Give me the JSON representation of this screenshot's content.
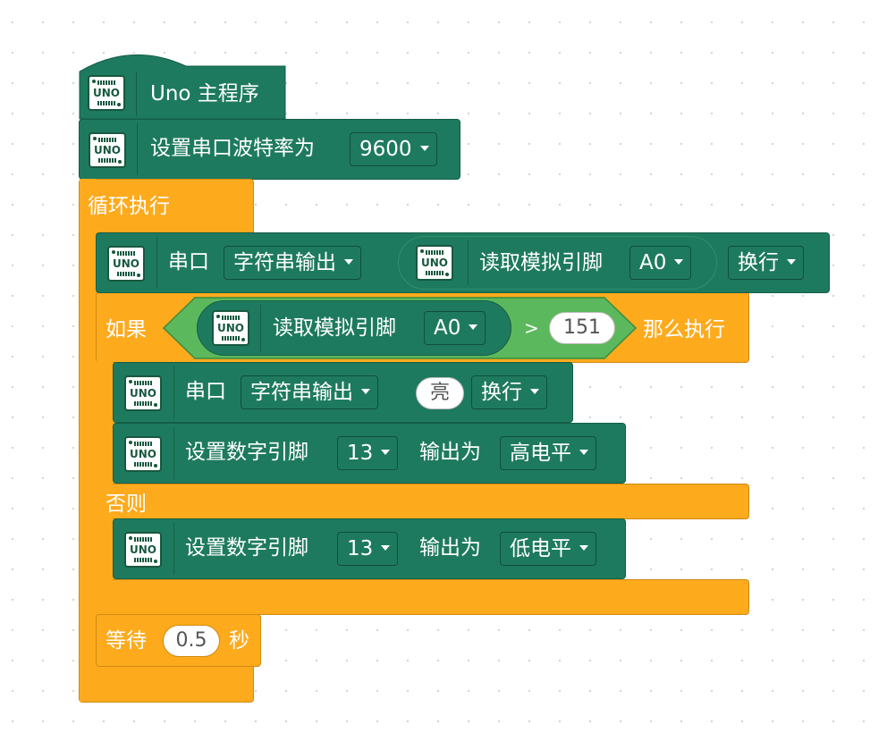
{
  "hat": {
    "title": "Uno 主程序"
  },
  "icon_label": "UNO",
  "serial_setup": {
    "label": "设置串口波特率为",
    "baud": "9600"
  },
  "loop": {
    "label": "循环执行"
  },
  "print1": {
    "label": "串口",
    "mode": "字符串输出",
    "read_label": "读取模拟引脚",
    "pin": "A0",
    "newline": "换行"
  },
  "if_block": {
    "if_label": "如果",
    "read_label": "读取模拟引脚",
    "pin": "A0",
    "operator": ">",
    "value": "151",
    "then_label": "那么执行",
    "else_label": "否则"
  },
  "print2": {
    "label": "串口",
    "mode": "字符串输出",
    "text": "亮",
    "newline": "换行"
  },
  "digital_high": {
    "label": "设置数字引脚",
    "pin": "13",
    "out_label": "输出为",
    "level": "高电平"
  },
  "digital_low": {
    "label": "设置数字引脚",
    "pin": "13",
    "out_label": "输出为",
    "level": "低电平"
  },
  "wait": {
    "label": "等待",
    "value": "0.5",
    "unit": "秒"
  },
  "colors": {
    "green": "#1e7a5e",
    "orange": "#fdaa1d",
    "light_green": "#5cb85c"
  }
}
